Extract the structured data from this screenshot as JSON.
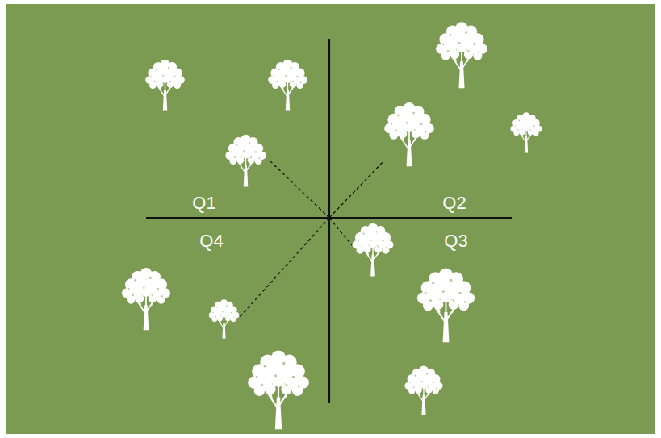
{
  "diagram": {
    "labels": [
      "Q1",
      "Q2",
      "Q4",
      "Q3"
    ]
  }
}
